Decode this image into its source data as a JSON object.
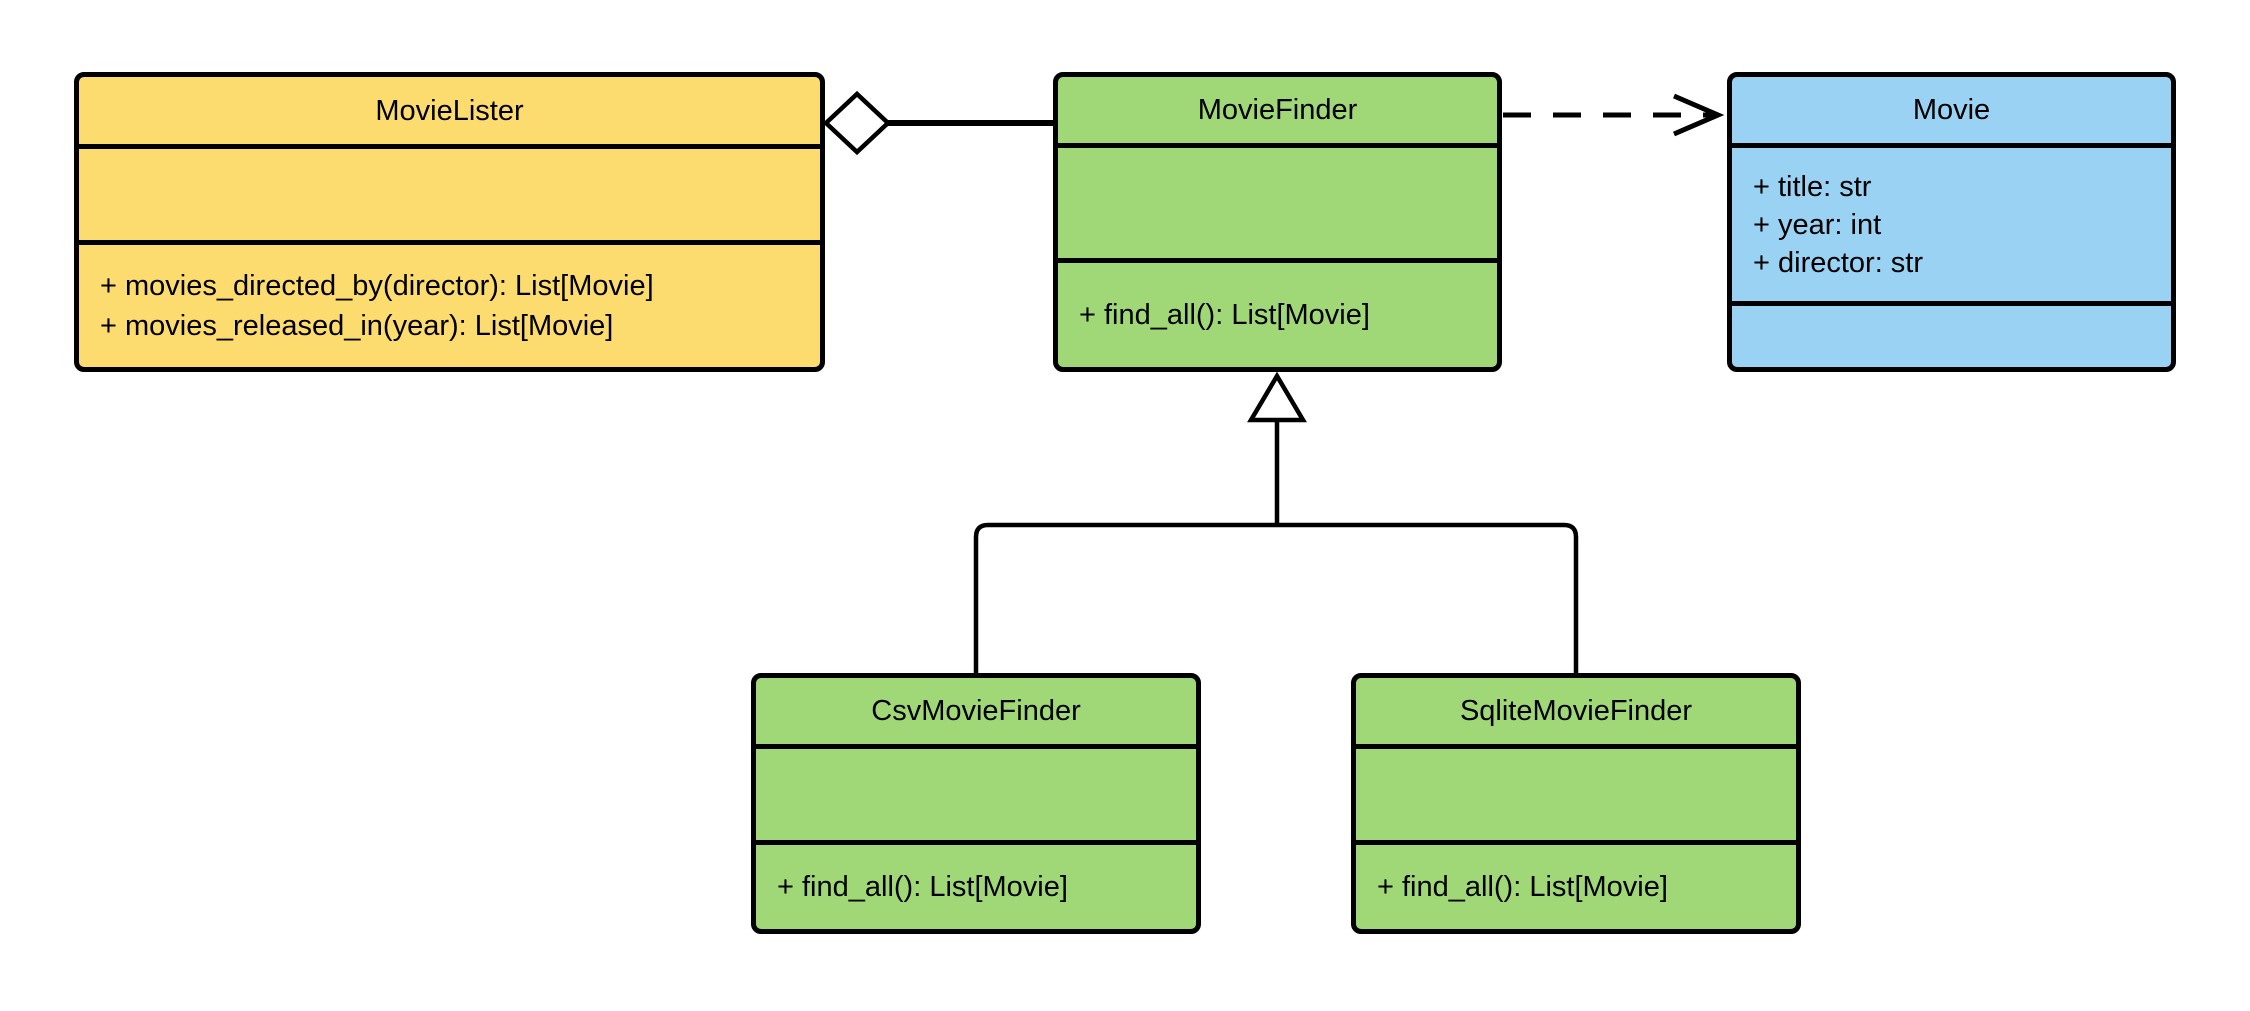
{
  "diagram": {
    "kind": "uml-class-diagram",
    "background_color": "#ffffff",
    "stroke_color": "#000000",
    "classes": [
      {
        "name": "MovieLister",
        "fill": "#FDDC6F",
        "attributes": [],
        "methods": [
          "+ movies_directed_by(director): List[Movie]",
          "+ movies_released_in(year): List[Movie]"
        ]
      },
      {
        "name": "MovieFinder",
        "fill": "#A0D877",
        "attributes": [],
        "methods": [
          "+ find_all(): List[Movie]"
        ]
      },
      {
        "name": "Movie",
        "fill": "#99D2F2",
        "attributes": [
          "+ title: str",
          "+ year: int",
          "+ director: str"
        ],
        "methods": []
      },
      {
        "name": "CsvMovieFinder",
        "fill": "#A0D877",
        "attributes": [],
        "methods": [
          "+ find_all(): List[Movie]"
        ]
      },
      {
        "name": "SqliteMovieFinder",
        "fill": "#A0D877",
        "attributes": [],
        "methods": [
          "+ find_all(): List[Movie]"
        ]
      }
    ],
    "relationships": [
      {
        "type": "aggregation",
        "from": "MovieLister",
        "to": "MovieFinder",
        "line": "solid",
        "marker": "hollow-diamond"
      },
      {
        "type": "dependency",
        "from": "MovieFinder",
        "to": "Movie",
        "line": "dashed",
        "marker": "open-arrow"
      },
      {
        "type": "inheritance",
        "from": "CsvMovieFinder",
        "to": "MovieFinder",
        "line": "solid",
        "marker": "hollow-triangle"
      },
      {
        "type": "inheritance",
        "from": "SqliteMovieFinder",
        "to": "MovieFinder",
        "line": "solid",
        "marker": "hollow-triangle"
      }
    ]
  }
}
